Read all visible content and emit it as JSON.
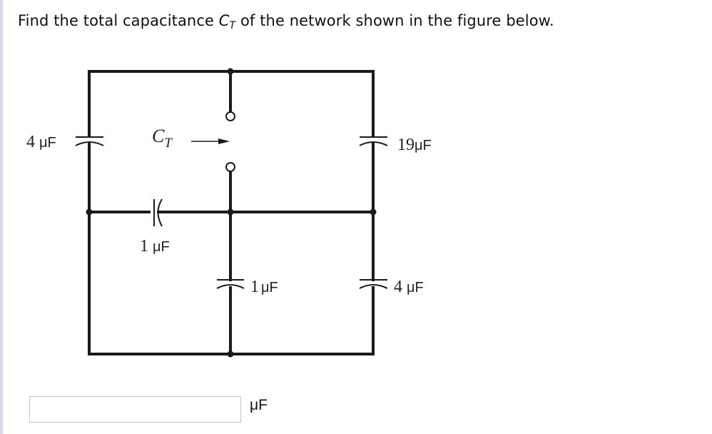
{
  "question": {
    "prefix": "Find the total capacitance ",
    "symbol": "C",
    "symbol_sub": "T",
    "suffix": " of the network shown in the figure below."
  },
  "figure": {
    "ct_label": "C",
    "ct_sub": "T",
    "capacitors": [
      {
        "id": "c-left-top",
        "value": "4",
        "unit": "μF"
      },
      {
        "id": "c-right-top",
        "value": "19",
        "unit": "μF"
      },
      {
        "id": "c-middle-horizontal",
        "value": "1",
        "unit": "μF"
      },
      {
        "id": "c-center-bottom",
        "value": "1",
        "unit": "μF"
      },
      {
        "id": "c-right-bottom",
        "value": "4",
        "unit": "μF"
      }
    ]
  },
  "answer": {
    "value": "",
    "placeholder": "",
    "unit": "μF"
  }
}
